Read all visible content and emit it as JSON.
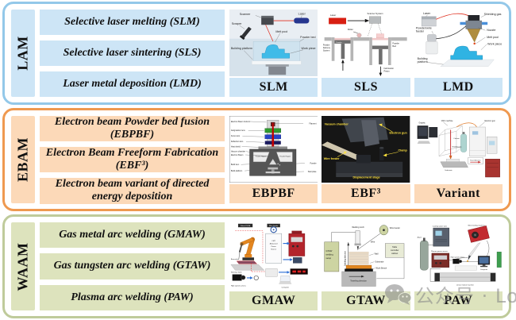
{
  "sections": [
    {
      "label": "LAM",
      "rows": [
        "Selective laser melting (SLM)",
        "Selective laser sintering (SLS)",
        "Laser metal deposition (LMD)"
      ],
      "captions": [
        "SLM",
        "SLS",
        "LMD"
      ],
      "colors": {
        "border": "#93c8e9",
        "fill": "#cde5f6"
      }
    },
    {
      "label": "EBAM",
      "rows": [
        "Electron beam Powder bed fusion (EBPBF)",
        "Electron Beam Freeform Fabrication (EBF³)",
        "Electron beam variant of directed energy deposition"
      ],
      "captions": [
        "EBPBF",
        "EBF³",
        "Variant"
      ],
      "colors": {
        "border": "#ef9950",
        "fill": "#fcd9b8"
      }
    },
    {
      "label": "WAAM",
      "rows": [
        "Gas metal arc welding (GMAW)",
        "Gas tungsten arc welding (GTAW)",
        "Plasma arc welding (PAW)"
      ],
      "captions": [
        "GMAW",
        "GTAW",
        "PAW"
      ],
      "colors": {
        "border": "#bfcb9b",
        "fill": "#dde3bd"
      }
    }
  ],
  "diagrams": {
    "slm": {
      "labels": {
        "scanner": "Scanner",
        "laser": "Laser",
        "scraper": "Scraper",
        "melt_pool": "Melt pool",
        "powder_bed": "Powder bed",
        "building_platform": "Building platform",
        "work_piece": "Work piece"
      }
    },
    "sls": {
      "labels": {
        "laser": "Laser",
        "scanner_system": "Scanner System",
        "roller": "Roller",
        "powder": "Powder",
        "pds_l1": "Powder",
        "pds_l2": "Delivery",
        "pds_l3": "System",
        "pb_l1": "Powder",
        "pb_l2": "Bed",
        "fp_l1": "Fabrication",
        "fp_l2": "Piston"
      }
    },
    "lmd": {
      "labels": {
        "laser": "Laser",
        "shielding_gas": "Shielding gas",
        "feeder_l1": "Powder/wire",
        "feeder_l2": "feeder",
        "nozzle": "Nozzle",
        "melt_pool": "Melt pool",
        "work_piece": "Work piece",
        "building_l1": "Building",
        "building_l2": "platform"
      }
    },
    "ebpbf": {
      "labels": {
        "column": "Electron Beam Column",
        "filament": "Filament",
        "astigmatism": "Astigmatism lens",
        "focus": "Focus lens",
        "deflection": "Deflection lens",
        "heat_shield": "Heat shield",
        "vacuum_chamber": "Vacuum chamber",
        "electron_beam": "Electron Beam",
        "hopper_left": "Powder Hopper",
        "hopper_right": "Powder Hopper",
        "build_item": "Build item",
        "powder": "Powder",
        "build_platform": "Build platform",
        "start_plate": "Start plate"
      }
    },
    "ebf3": {
      "labels": {
        "vacuum_chamber": "Vacuum chamber",
        "electron_gun": "Electron gun",
        "clamp": "Clamp",
        "wire_feeder": "Wire feeder",
        "displacement_stage": "Displacement stage"
      }
    },
    "variant": {
      "labels": {
        "graphic": "Graphic",
        "cnc": "CNC machine",
        "gun": "Electron gun",
        "column": "Column",
        "shielding_gas": "Shielding gas",
        "travel": "Travel direction",
        "substrate": "Substrate"
      }
    },
    "gmaw": {
      "labels": {
        "robot": "Robot KUKA",
        "wire_feeder": "Wire feeder",
        "ps_l1": "CMT",
        "ps_l2": "Advanced",
        "ps_l3": "Power",
        "ps_l4": "Source",
        "base_plate": "Base plate",
        "working_table": "Working Table",
        "camera": "High speed camera",
        "computer": "Computer"
      }
    },
    "gtaw": {
      "labels": {
        "setup_l1": "GTAW",
        "setup_l2": "welding",
        "setup_l3": "setup",
        "building_direction": "Building direction",
        "welding_torch": "Welding torch",
        "wire_feeder": "Wire feeder",
        "wire": "Wire",
        "wall": "Wall",
        "substrate": "Substrate",
        "work_bench": "Work Bench",
        "traveling_direction": "Traveling direction",
        "tc_l1": "Table",
        "tc_l2": "controller",
        "tc_l3": "cabinet"
      }
    },
    "paw": {
      "labels": {
        "gas": "Argon",
        "cooling": "Cooling water tank",
        "power": "Plasma power source",
        "wire_feeder": "Wire feeding machine",
        "camera": "High speed camera",
        "computer": "Computer",
        "stage": "Linear motion machine"
      }
    }
  },
  "watermark": {
    "text": "公众号 · Loyde"
  }
}
